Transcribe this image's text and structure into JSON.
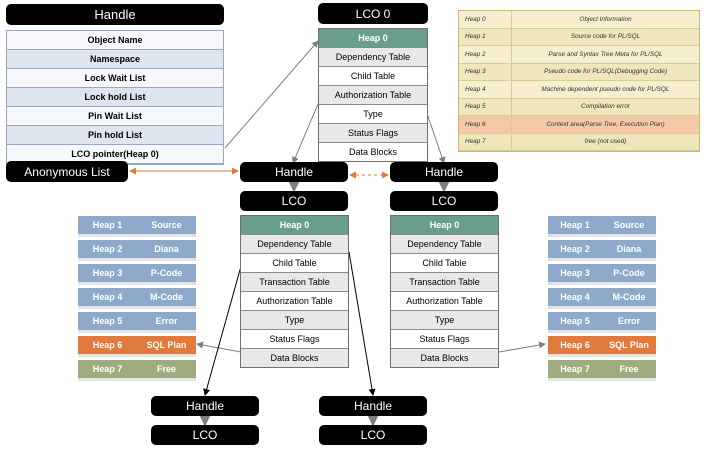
{
  "handle_detail": {
    "title": "Handle",
    "rows": [
      "Object Name",
      "Namespace",
      "Lock Wait List",
      "Lock hold List",
      "Pin Wait List",
      "Pin hold List",
      "LCO pointer(Heap 0)"
    ]
  },
  "anonymous_list": "Anonymous List",
  "top_lco": {
    "title": "LCO 0",
    "rows": [
      "Heap 0",
      "Dependency Table",
      "Child Table",
      "Authorization Table",
      "Type",
      "Status Flags",
      "Data Blocks"
    ]
  },
  "handle_label": "Handle",
  "lco_label": "LCO",
  "lco_child": {
    "rows": [
      "Heap 0",
      "Dependency Table",
      "Child Table",
      "Transaction Table",
      "Authorization Table",
      "Type",
      "Status Flags",
      "Data Blocks"
    ]
  },
  "heaps": [
    {
      "heap": "Heap 1",
      "name": "Source",
      "color": "blue"
    },
    {
      "heap": "Heap 2",
      "name": "Diana",
      "color": "blue"
    },
    {
      "heap": "Heap 3",
      "name": "P-Code",
      "color": "blue"
    },
    {
      "heap": "Heap 4",
      "name": "M-Code",
      "color": "blue"
    },
    {
      "heap": "Heap 5",
      "name": "Error",
      "color": "blue"
    },
    {
      "heap": "Heap 6",
      "name": "SQL Plan",
      "color": "orange"
    },
    {
      "heap": "Heap 7",
      "name": "Free",
      "color": "green"
    }
  ],
  "legend": [
    {
      "k": "Heap 0",
      "v": "Object Information"
    },
    {
      "k": "Heap 1",
      "v": "Source code for PL/SQL"
    },
    {
      "k": "Heap 2",
      "v": "Parse and Syntax Tree Meta for PL/SQL"
    },
    {
      "k": "Heap 3",
      "v": "Pseudo code for PL/SQL(Debugging Code)"
    },
    {
      "k": "Heap 4",
      "v": "Machine dependent pseudo code for PL/SQL"
    },
    {
      "k": "Heap 5",
      "v": "Compilation error"
    },
    {
      "k": "Heap 6",
      "v": "Context area(Parse Tree, Execution Plan)"
    },
    {
      "k": "Heap 7",
      "v": "free (not used)"
    }
  ],
  "colors": {
    "heap0": "#6b9e8a",
    "blue": "#8eaacb",
    "orange": "#e07a3d",
    "green": "#9fad7e",
    "legend_bg": "#f5efcf",
    "arrow_orange": "#e07a3d"
  }
}
